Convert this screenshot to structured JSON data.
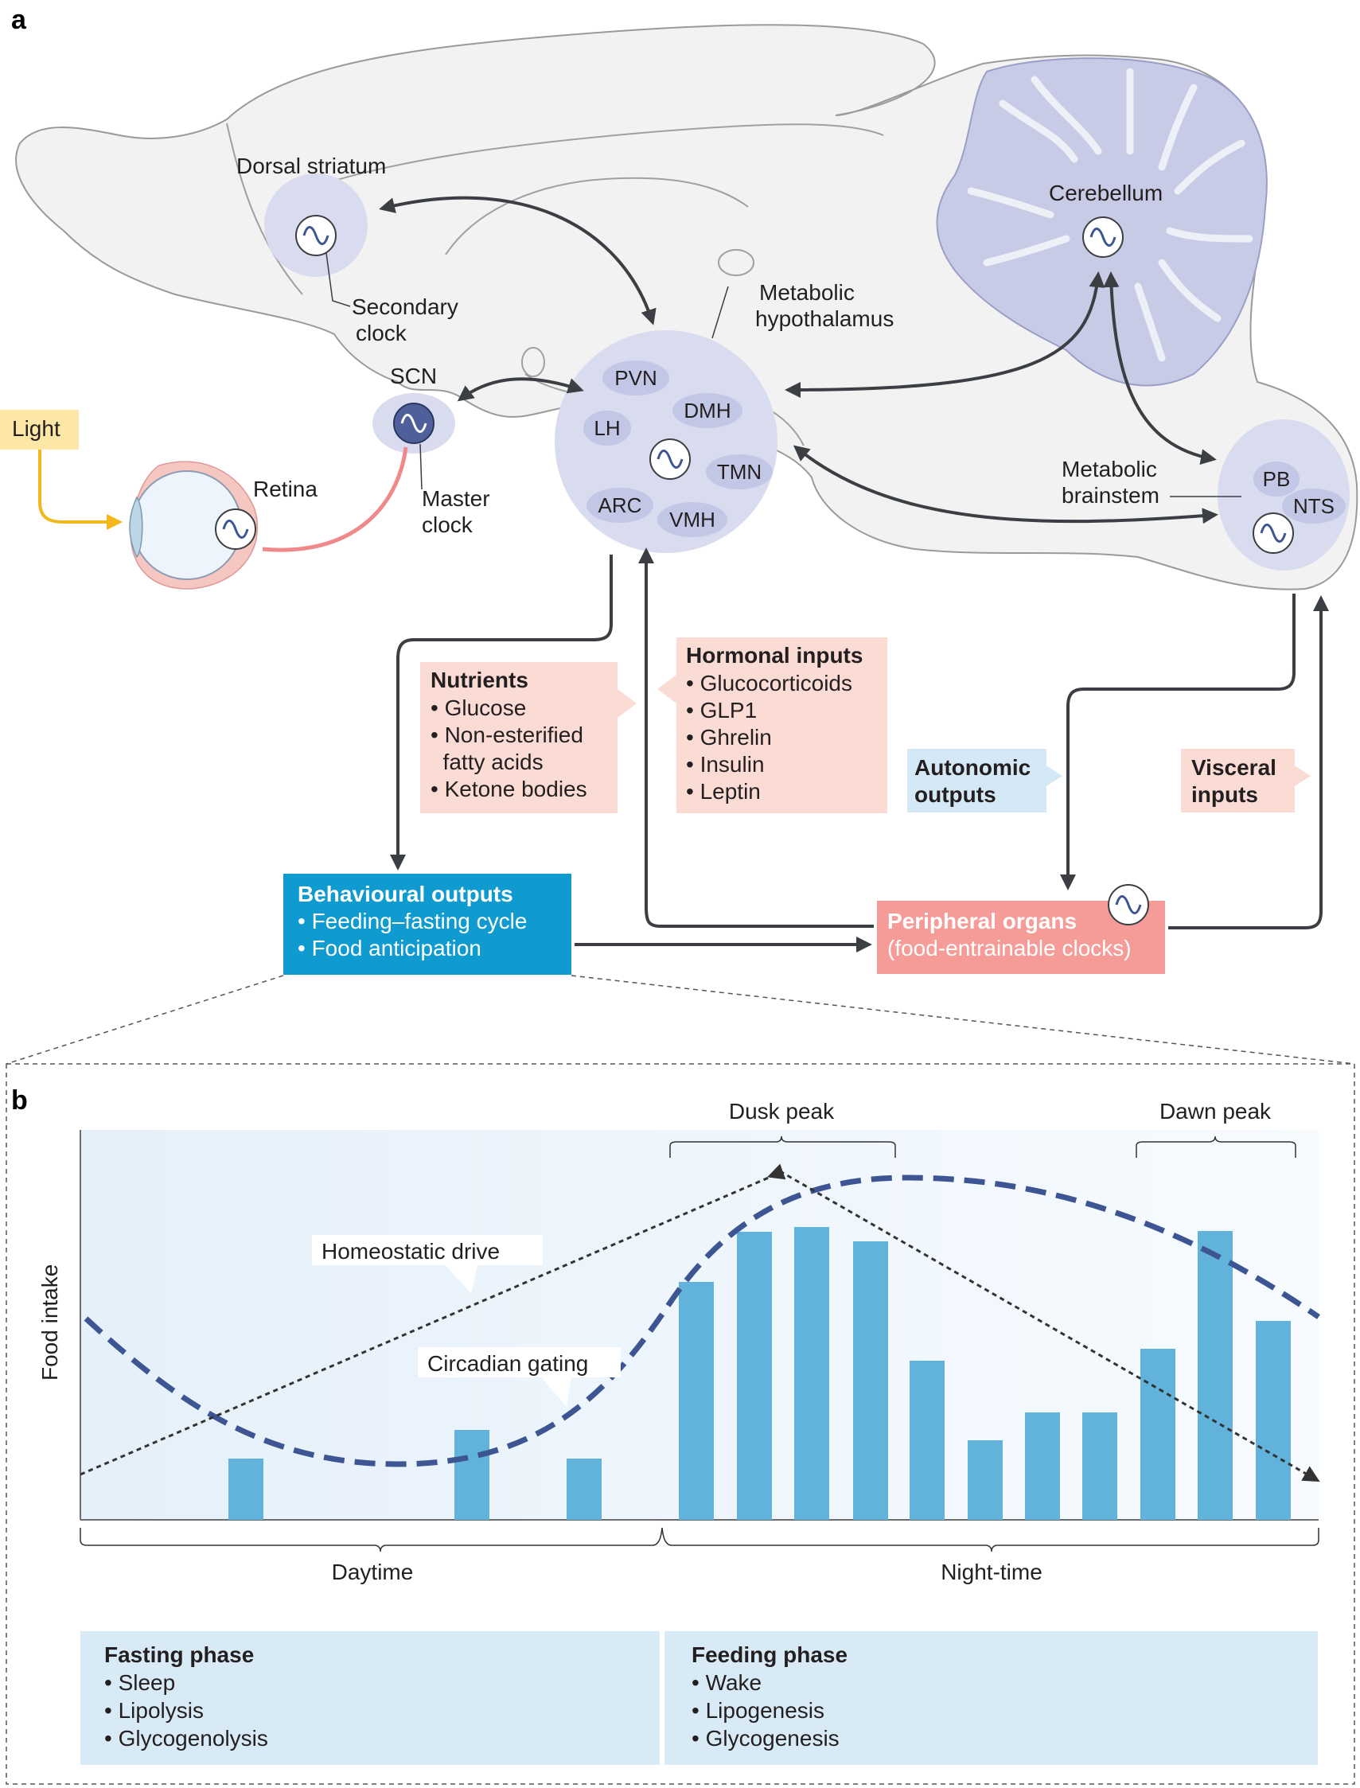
{
  "panel_a": {
    "letter": "a",
    "regions": {
      "dorsal_striatum": "Dorsal striatum",
      "secondary_clock": [
        "Secondary",
        "clock"
      ],
      "cerebellum": "Cerebellum",
      "metabolic_hypothalamus": [
        "Metabolic",
        "hypothalamus"
      ],
      "scn": "SCN",
      "master_clock": [
        "Master",
        "clock"
      ],
      "retina": "Retina",
      "light": "Light",
      "metabolic_brainstem": [
        "Metabolic",
        "brainstem"
      ]
    },
    "hypothalamic_nuclei": [
      "PVN",
      "DMH",
      "LH",
      "TMN",
      "ARC",
      "VMH"
    ],
    "brainstem_nuclei": [
      "PB",
      "NTS"
    ],
    "nutrients": {
      "title": "Nutrients",
      "items": [
        "• Glucose",
        "• Non-esterified",
        "  fatty acids",
        "• Ketone bodies"
      ]
    },
    "hormonal_inputs": {
      "title": "Hormonal inputs",
      "items": [
        "• Glucocorticoids",
        "• GLP1",
        "• Ghrelin",
        "• Insulin",
        "• Leptin"
      ]
    },
    "autonomic_outputs": [
      "Autonomic",
      "outputs"
    ],
    "visceral_inputs": [
      "Visceral",
      "inputs"
    ],
    "behavioural_outputs": {
      "title": "Behavioural outputs",
      "items": [
        "• Feeding–fasting cycle",
        "• Food anticipation"
      ]
    },
    "peripheral_organs": {
      "title": "Peripheral organs",
      "subtitle": "(food-entrainable clocks)"
    }
  },
  "panel_b": {
    "letter": "b",
    "ylabel": "Food intake",
    "dusk_peak": "Dusk peak",
    "dawn_peak": "Dawn peak",
    "homeostatic_drive": "Homeostatic drive",
    "circadian_gating": "Circadian gating",
    "daytime": "Daytime",
    "nighttime": "Night-time",
    "fasting_phase": {
      "title": "Fasting phase",
      "items": [
        "• Sleep",
        "• Lipolysis",
        "• Glycogenolysis"
      ]
    },
    "feeding_phase": {
      "title": "Feeding phase",
      "items": [
        "• Wake",
        "• Lipogenesis",
        "• Glycogenesis"
      ]
    }
  },
  "colors": {
    "brain_fill": "#f2f2f2",
    "region_fill": "#d9dcef",
    "node_fill": "#c3c7e6",
    "bar": "#62b3dc",
    "blue_box": "#0f9bd0",
    "pink_box": "#f59b98",
    "pink_light": "#fbdcd5",
    "blue_light": "#d4e8f5",
    "curve": "#3e5594",
    "light_box": "#fde7a6",
    "light_arrow": "#f3b71e"
  }
}
